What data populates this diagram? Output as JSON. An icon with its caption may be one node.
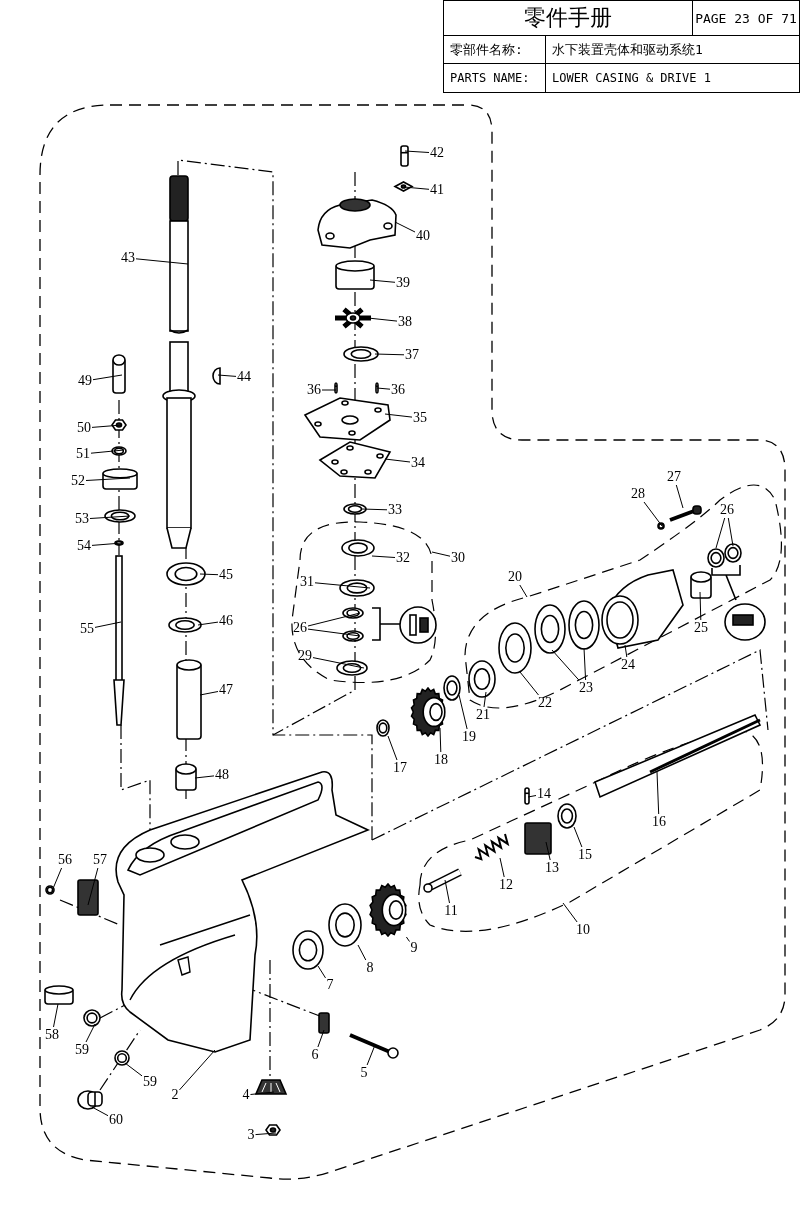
{
  "diagram": {
    "nodes": [
      {
        "text": [
          "42"
        ]
      },
      {
        "text": [
          "41"
        ]
      },
      {
        "text": [
          "40"
        ]
      },
      {
        "text": [
          "43"
        ]
      },
      {
        "text": [
          "39"
        ]
      },
      {
        "text": [
          "38"
        ]
      },
      {
        "text": [
          "37"
        ]
      },
      {
        "text": [
          "44"
        ]
      },
      {
        "text": [
          "49"
        ]
      },
      {
        "text": [
          "36"
        ]
      },
      {
        "text": [
          "36"
        ]
      },
      {
        "text": [
          "35"
        ]
      },
      {
        "text": [
          "50"
        ]
      },
      {
        "text": [
          "51"
        ]
      },
      {
        "text": [
          "34"
        ]
      },
      {
        "text": [
          "52"
        ]
      },
      {
        "text": [
          "27"
        ]
      },
      {
        "text": [
          "28"
        ]
      },
      {
        "text": [
          "26"
        ]
      },
      {
        "text": [
          "33"
        ]
      },
      {
        "text": [
          "53"
        ]
      },
      {
        "text": [
          "54"
        ]
      },
      {
        "text": [
          "32"
        ]
      },
      {
        "text": [
          "30"
        ]
      },
      {
        "text": [
          "45"
        ]
      },
      {
        "text": [
          "20"
        ]
      },
      {
        "text": [
          "31"
        ]
      },
      {
        "text": [
          "46"
        ]
      },
      {
        "text": [
          "26"
        ]
      },
      {
        "text": [
          "55"
        ]
      },
      {
        "text": [
          "25"
        ]
      },
      {
        "text": [
          "29"
        ]
      },
      {
        "text": [
          "24"
        ]
      },
      {
        "text": [
          "23"
        ]
      },
      {
        "text": [
          "47"
        ]
      },
      {
        "text": [
          "22"
        ]
      },
      {
        "text": [
          "21"
        ]
      },
      {
        "text": [
          "19"
        ]
      },
      {
        "text": [
          "18"
        ]
      },
      {
        "text": [
          "17"
        ]
      },
      {
        "text": [
          "48"
        ]
      },
      {
        "text": [
          "14"
        ]
      },
      {
        "text": [
          "16"
        ]
      },
      {
        "text": [
          "15"
        ]
      },
      {
        "text": [
          "56"
        ]
      },
      {
        "text": [
          "57"
        ]
      },
      {
        "text": [
          "13"
        ]
      },
      {
        "text": [
          "12"
        ]
      },
      {
        "text": [
          "11"
        ]
      },
      {
        "text": [
          "10"
        ]
      },
      {
        "text": [
          "9"
        ]
      },
      {
        "text": [
          "8"
        ]
      },
      {
        "text": [
          "7"
        ]
      },
      {
        "text": [
          "58"
        ]
      },
      {
        "text": [
          "59"
        ]
      },
      {
        "text": [
          "6"
        ]
      },
      {
        "text": [
          "5"
        ]
      },
      {
        "text": [
          "59"
        ]
      },
      {
        "text": [
          "2"
        ]
      },
      {
        "text": [
          "4"
        ]
      },
      {
        "text": [
          "60"
        ]
      },
      {
        "text": [
          "3"
        ]
      },
      {
        "text": [],
        "shape": "bar"
      },
      {
        "text": [],
        "shape": "diamond"
      },
      {
        "text": [],
        "shape": "picture"
      },
      {
        "text": [],
        "shape": "picture"
      },
      {
        "text": [],
        "shape": "cylinder"
      },
      {
        "text": [],
        "shape": "picture"
      },
      {
        "text": [],
        "shape": "circle"
      },
      {
        "text": [],
        "shape": "semicircle"
      },
      {
        "text": [],
        "shape": "cylinder"
      },
      {
        "text": [],
        "shape": "bar"
      },
      {
        "text": [],
        "shape": "bar"
      },
      {
        "text": [],
        "shape": "picture"
      },
      {
        "text": [],
        "shape": "hexagon"
      },
      {
        "text": [],
        "shape": "circle"
      },
      {
        "text": [],
        "shape": "picture"
      },
      {
        "text": [],
        "shape": "cylinder"
      },
      {
        "text": [],
        "shape": "picture"
      },
      {
        "text": [],
        "shape": "circle"
      },
      {
        "text": [],
        "shape": "circle"
      },
      {
        "text": [],
        "shape": "circle"
      },
      {
        "text": [],
        "shape": "circle"
      },
      {
        "text": [],
        "shape": "circle"
      },
      {
        "text": [],
        "shape": "circle"
      },
      {
        "text": [],
        "shape": "circle"
      },
      {
        "text": [],
        "shape": "circle"
      },
      {
        "text": [],
        "shape": "circle"
      },
      {
        "text": [],
        "shape": "circle"
      },
      {
        "text": [],
        "shape": "circle"
      },
      {
        "text": [],
        "shape": "circle"
      },
      {
        "text": [],
        "shape": "picture"
      },
      {
        "text": [],
        "shape": "cylinder"
      },
      {
        "text": [],
        "shape": "circle"
      },
      {
        "text": [],
        "shape": "picture"
      },
      {
        "text": [],
        "shape": "circle"
      },
      {
        "text": [],
        "shape": "circle"
      },
      {
        "text": [],
        "shape": "cylinder"
      },
      {
        "text": [],
        "shape": "circle"
      },
      {
        "text": [],
        "shape": "circle"
      },
      {
        "text": [],
        "shape": "circle"
      },
      {
        "text": [],
        "shape": "picture"
      },
      {
        "text": [],
        "shape": "circle"
      },
      {
        "text": [],
        "shape": "cylinder"
      },
      {
        "text": [],
        "shape": "bar"
      },
      {
        "text": [],
        "shape": "picture"
      },
      {
        "text": [],
        "shape": "circle"
      },
      {
        "text": [],
        "shape": "circle"
      },
      {
        "text": [],
        "shape": "box"
      },
      {
        "text": [],
        "shape": "box"
      },
      {
        "text": [],
        "shape": "picture"
      },
      {
        "text": [],
        "shape": "picture"
      },
      {
        "text": [],
        "shape": "picture"
      },
      {
        "text": [],
        "shape": "circle"
      },
      {
        "text": [],
        "shape": "circle"
      },
      {
        "text": [],
        "shape": "cylinder"
      },
      {
        "text": [],
        "shape": "circle"
      },
      {
        "text": [],
        "shape": "box"
      },
      {
        "text": [],
        "shape": "picture"
      },
      {
        "text": [],
        "shape": "circle"
      },
      {
        "text": [],
        "shape": "picture"
      },
      {
        "text": [],
        "shape": "picture"
      },
      {
        "text": [],
        "shape": "picture"
      },
      {
        "text": [],
        "shape": "hexagon"
      }
    ],
    "edges": [
      {
        "from": 0,
        "to": 62,
        "arrow": "none"
      },
      {
        "from": 1,
        "to": 63,
        "arrow": "none"
      },
      {
        "from": 2,
        "to": 64,
        "arrow": "none"
      },
      {
        "from": 3,
        "to": 65,
        "arrow": "none"
      },
      {
        "from": 4,
        "to": 66,
        "arrow": "none"
      },
      {
        "from": 5,
        "to": 67,
        "arrow": "none"
      },
      {
        "from": 6,
        "to": 68,
        "arrow": "none"
      },
      {
        "from": 7,
        "to": 69,
        "arrow": "none"
      },
      {
        "from": 8,
        "to": 70,
        "arrow": "none"
      },
      {
        "from": 9,
        "to": 71,
        "arrow": "none"
      },
      {
        "from": 10,
        "to": 72,
        "arrow": "none"
      },
      {
        "from": 11,
        "to": 73,
        "arrow": "none"
      },
      {
        "from": 12,
        "to": 74,
        "arrow": "none"
      },
      {
        "from": 13,
        "to": 75,
        "arrow": "none"
      },
      {
        "from": 14,
        "to": 76,
        "arrow": "none"
      },
      {
        "from": 15,
        "to": 77,
        "arrow": "none"
      },
      {
        "from": 16,
        "to": 78,
        "arrow": "none"
      },
      {
        "from": 17,
        "to": 79,
        "arrow": "none"
      },
      {
        "from": 18,
        "to": 80,
        "arrow": "none"
      },
      {
        "from": 18,
        "to": 81,
        "arrow": "none"
      },
      {
        "from": 19,
        "to": 82,
        "arrow": "none"
      },
      {
        "from": 20,
        "to": 83,
        "arrow": "none"
      },
      {
        "from": 21,
        "to": 84,
        "arrow": "none"
      },
      {
        "from": 22,
        "to": 85,
        "arrow": "none"
      },
      {
        "from": 23,
        "to": null,
        "arrow": "none"
      },
      {
        "from": 24,
        "to": 86,
        "arrow": "none"
      },
      {
        "from": 25,
        "to": null,
        "arrow": "none"
      },
      {
        "from": 26,
        "to": 87,
        "arrow": "none"
      },
      {
        "from": 27,
        "to": 88,
        "arrow": "none"
      },
      {
        "from": 28,
        "to": 89,
        "arrow": "none"
      },
      {
        "from": 28,
        "to": 90,
        "arrow": "none"
      },
      {
        "from": 29,
        "to": 91,
        "arrow": "none"
      },
      {
        "from": 30,
        "to": 92,
        "arrow": "none"
      },
      {
        "from": 31,
        "to": 93,
        "arrow": "none"
      },
      {
        "from": 32,
        "to": 94,
        "arrow": "none"
      },
      {
        "from": 33,
        "to": 95,
        "arrow": "none"
      },
      {
        "from": 33,
        "to": 96,
        "arrow": "none"
      },
      {
        "from": 34,
        "to": 97,
        "arrow": "none"
      },
      {
        "from": 35,
        "to": 98,
        "arrow": "none"
      },
      {
        "from": 36,
        "to": 99,
        "arrow": "none"
      },
      {
        "from": 37,
        "to": 100,
        "arrow": "none"
      },
      {
        "from": 38,
        "to": 101,
        "arrow": "none"
      },
      {
        "from": 39,
        "to": 102,
        "arrow": "none"
      },
      {
        "from": 40,
        "to": 103,
        "arrow": "none"
      },
      {
        "from": 41,
        "to": 104,
        "arrow": "none"
      },
      {
        "from": 42,
        "to": 105,
        "arrow": "none"
      },
      {
        "from": 43,
        "to": 106,
        "arrow": "none"
      },
      {
        "from": 44,
        "to": 107,
        "arrow": "none"
      },
      {
        "from": 45,
        "to": 108,
        "arrow": "none"
      },
      {
        "from": 46,
        "to": 109,
        "arrow": "none"
      },
      {
        "from": 47,
        "to": 110,
        "arrow": "none"
      },
      {
        "from": 48,
        "to": 111,
        "arrow": "none"
      },
      {
        "from": 49,
        "to": null,
        "arrow": "none"
      },
      {
        "from": 50,
        "to": 112,
        "arrow": "none"
      },
      {
        "from": 51,
        "to": 113,
        "arrow": "none"
      },
      {
        "from": 52,
        "to": 114,
        "arrow": "none"
      },
      {
        "from": 53,
        "to": 115,
        "arrow": "none"
      },
      {
        "from": 54,
        "to": 116,
        "arrow": "none"
      },
      {
        "from": 55,
        "to": 117,
        "arrow": "none"
      },
      {
        "from": 56,
        "to": 118,
        "arrow": "none"
      },
      {
        "from": 57,
        "to": 119,
        "arrow": "none"
      },
      {
        "from": 58,
        "to": 120,
        "arrow": "none"
      },
      {
        "from": 59,
        "to": 121,
        "arrow": "none"
      },
      {
        "from": 60,
        "to": 122,
        "arrow": "none"
      },
      {
        "from": 61,
        "to": 123,
        "arrow": "none"
      }
    ],
    "labels": [
      "零件手册",
      "PAGE 23 OF 71",
      "零部件名称:",
      "水下装置壳体和驱动系统1",
      "PARTS NAME:",
      "LOWER CASING & DRIVE 1"
    ]
  }
}
